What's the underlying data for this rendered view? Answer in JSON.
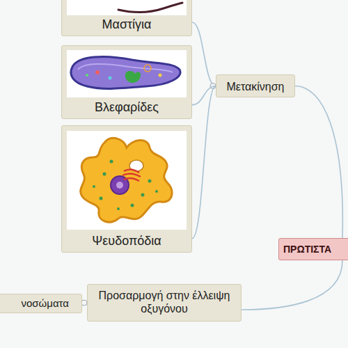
{
  "diagram": {
    "nodes": [
      {
        "text": [
          "Μαστίγια"
        ]
      },
      {
        "text": [
          "Βλεφαρίδες"
        ]
      },
      {
        "text": [
          "Ψευδοπόδια"
        ]
      },
      {
        "text": [
          "Μετακίνηση"
        ]
      },
      {
        "text": [
          "ΠΡΩΤΙΣΤΑ"
        ]
      },
      {
        "text": [
          "Προσαρμογή στην έλλειψη οξυγόνου"
        ]
      },
      {
        "text": [
          "νοσώματα"
        ]
      }
    ],
    "edges": [
      {
        "from": 3,
        "to": 0,
        "arrow": "none"
      },
      {
        "from": 3,
        "to": 1,
        "arrow": "none"
      },
      {
        "from": 3,
        "to": 2,
        "arrow": "none"
      },
      {
        "from": 4,
        "to": 3,
        "arrow": "none"
      },
      {
        "from": 4,
        "to": 5,
        "arrow": "none"
      },
      {
        "from": 5,
        "to": 6,
        "arrow": "none"
      }
    ]
  }
}
